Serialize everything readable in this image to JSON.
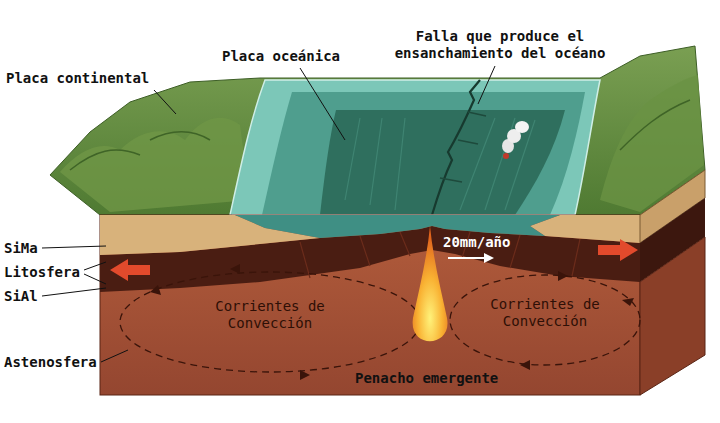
{
  "diagram": {
    "labels": [
      "Placa oceánica",
      "Falla que produce el ensanchamiento del océano",
      "Placa continental",
      "SiMa",
      "20mm/año",
      "Litosfera",
      "SiAl",
      "Corrientes de Convección",
      "Corrientes de Convección",
      "Astenosfera",
      "Penacho emergente"
    ]
  }
}
